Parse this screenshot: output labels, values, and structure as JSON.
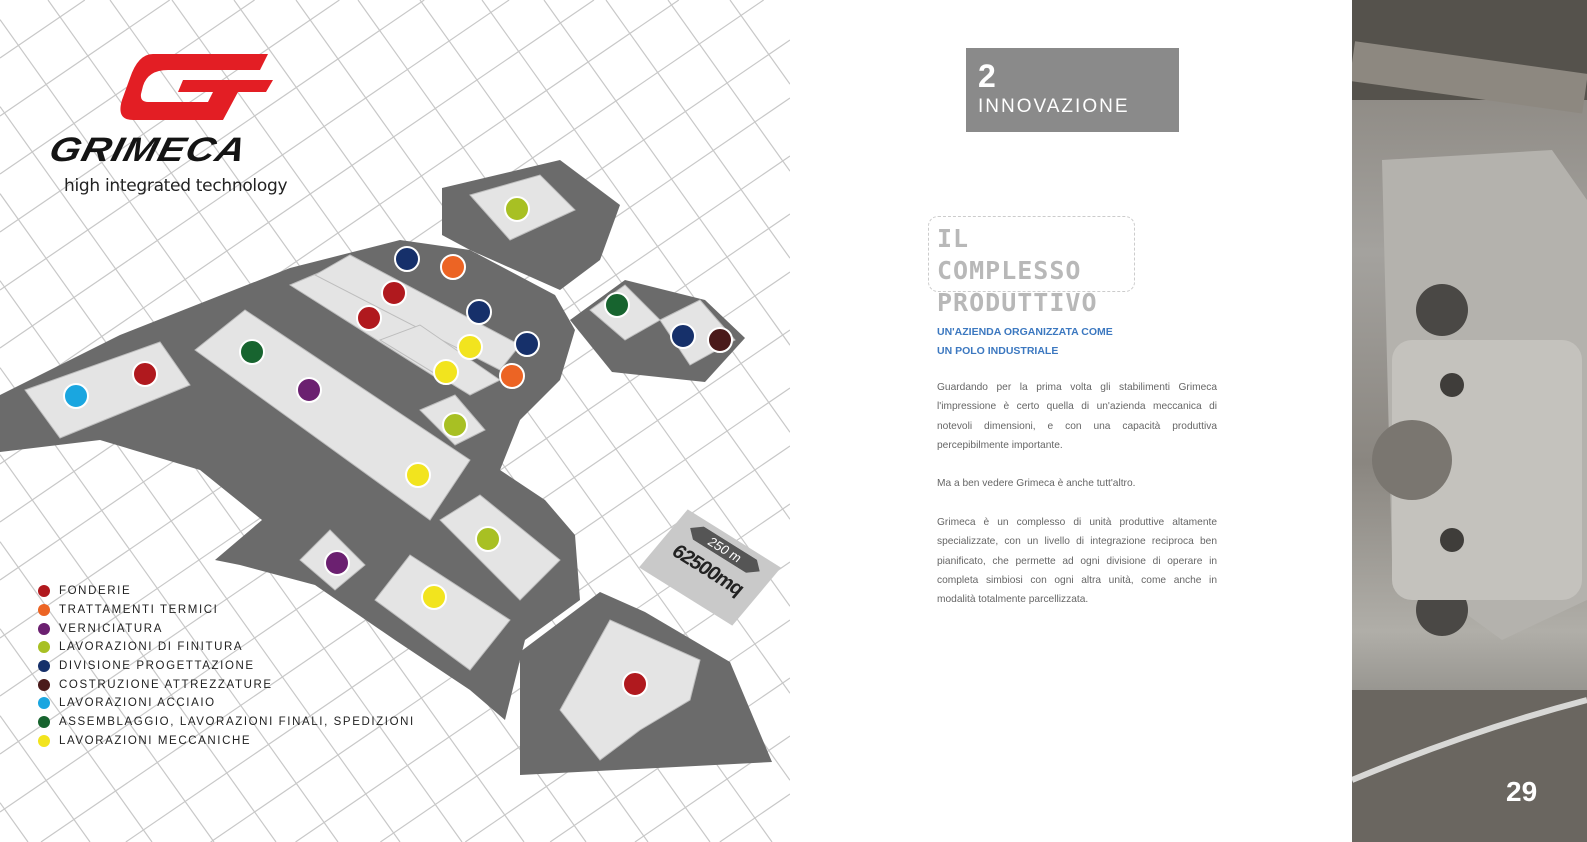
{
  "logo": {
    "brand": "GRIMECA",
    "tagline": "high integrated technology",
    "color": "#e31e24"
  },
  "chapter": {
    "number": "2",
    "title": "INNOVAZIONE"
  },
  "section_title": {
    "line1": "IL COMPLESSO",
    "line2": "PRODUTTIVO"
  },
  "subhead": {
    "line1": "UN'AZIENDA ORGANIZZATA COME",
    "line2": "UN POLO INDUSTRIALE"
  },
  "paragraphs": [
    "Guardando per la prima volta gli stabilimenti Grimeca l'impressione è certo quella di un'azienda meccanica di notevoli dimensioni, e con una capacità produttiva percepibilmente importante.",
    "Ma a ben vedere Grimeca è anche tutt'altro.",
    "Grimeca è un complesso di unità produttive altamente specializzate, con un livello di integrazione reciproca ben pianificato, che permette ad ogni divisione di operare in completa simbiosi con ogni altra unità, come anche in modalità totalmente parcellizzata."
  ],
  "scale": {
    "dimension": "250 m",
    "area": "62500mq"
  },
  "legend": [
    {
      "label": "FONDERIE",
      "color": "#b0191e"
    },
    {
      "label": "TRATTAMENTI TERMICI",
      "color": "#ec6424"
    },
    {
      "label": "VERNICIATURA",
      "color": "#6b2070"
    },
    {
      "label": "LAVORAZIONI DI FINITURA",
      "color": "#a8c023"
    },
    {
      "label": "DIVISIONE PROGETTAZIONE",
      "color": "#16306a"
    },
    {
      "label": "COSTRUZIONE ATTREZZATURE",
      "color": "#4a1a1a"
    },
    {
      "label": "LAVORAZIONI ACCIAIO",
      "color": "#1aa6e0"
    },
    {
      "label": "ASSEMBLAGGIO, LAVORAZIONI FINALI, SPEDIZIONI",
      "color": "#17642f"
    },
    {
      "label": "LAVORAZIONI MECCANICHE",
      "color": "#f2e41e"
    }
  ],
  "page_number": "29"
}
